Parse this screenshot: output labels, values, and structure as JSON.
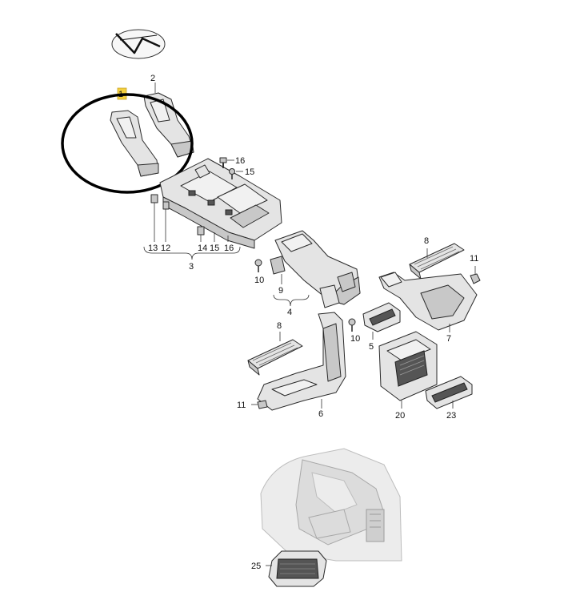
{
  "callouts": {
    "c1": "1",
    "c2": "2",
    "c3": "3",
    "c4": "4",
    "c5": "5",
    "c6": "6",
    "c7": "7",
    "c8a": "8",
    "c8b": "8",
    "c9": "9",
    "c10a": "10",
    "c10b": "10",
    "c11a": "11",
    "c11b": "11",
    "c12": "12",
    "c13": "13",
    "c14": "14",
    "c15a": "15",
    "c15b": "15",
    "c16a": "16",
    "c16b": "16",
    "c20": "20",
    "c23": "23",
    "c25": "25"
  },
  "icons": {
    "compass": "direction-arrow-icon"
  },
  "colors": {
    "highlight": "#f4d03f",
    "circle": "#000000"
  }
}
